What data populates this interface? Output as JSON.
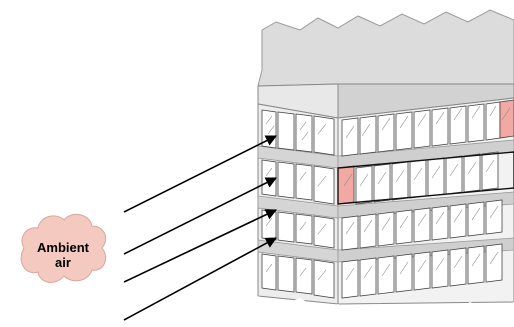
{
  "diagram": {
    "label": {
      "line1": "Ambient",
      "line2": "air"
    },
    "colors": {
      "background": "#ffffff",
      "cloud_fill": "#f4c9bf",
      "cloud_stroke": "#d8a69c",
      "wall_light": "#ededed",
      "wall_mid": "#d9d9d9",
      "wall_dark": "#bdbdbd",
      "window_fill": "#ffffff",
      "window_stroke": "#333333",
      "highlight_window": "#f3a9a3",
      "arrow": "#000000"
    },
    "arrow_count": 4,
    "highlighted_windows": 2
  }
}
